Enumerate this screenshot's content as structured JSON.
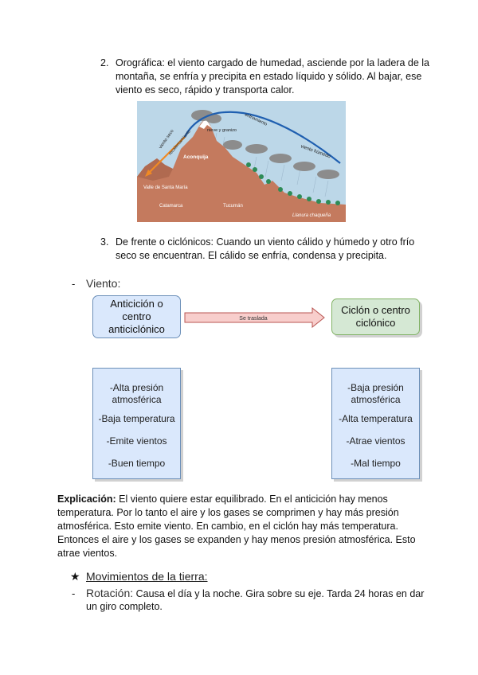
{
  "orografica": {
    "number": "2.",
    "lines": [
      "Orográfica: el viento cargado de humedad, asciende por la ladera de la",
      "montaña, se enfría y precipita en estado líquido y sólido. Al bajar, ese",
      "viento es seco, rápido y transporta calor."
    ]
  },
  "diagram": {
    "labels": {
      "viento_seco": "viento seco",
      "recalentamiento": "recalentamiento",
      "nieve_granizo": "nieve y granizo",
      "enfriamiento": "enfriamiento",
      "viento_humedo": "viento húmedo",
      "aconquija": "Aconquija",
      "valle": "Valle de Santa María",
      "catamarca": "Catamarca",
      "tucuman": "Tucumán",
      "llanura": "Llanura chaqueña"
    }
  },
  "frente": {
    "number": "3.",
    "lines": [
      "De frente o ciclónicos: Cuando un viento cálido y húmedo y otro frío",
      "seco se encuentran. El cálido se enfría, condensa y precipita."
    ]
  },
  "viento_heading": "Viento:",
  "flow": {
    "left_box": [
      "Anticición o",
      "centro",
      "anticiclónico"
    ],
    "arrow_label": "Se traslada",
    "right_box": [
      "Ciclón o centro",
      "ciclónico"
    ]
  },
  "left_list": [
    "-Alta presión atmosférica",
    "-Baja temperatura",
    "-Emite vientos",
    "-Buen tiempo"
  ],
  "right_list": [
    "-Baja presión atmosférica",
    "-Alta temperatura",
    "-Atrae vientos",
    "-Mal tiempo"
  ],
  "explicacion": {
    "label": "Explicación:",
    "lines": [
      " El viento quiere estar equilibrado. En el anticición hay menos",
      "temperatura. Por lo tanto el aire y los gases se comprimen y hay más presión",
      "atmosférica. Esto emite viento. En cambio, en el ciclón hay más temperatura.",
      "Entonces el aire y los gases se expanden y hay menos presión atmosférica. Esto",
      "atrae vientos."
    ]
  },
  "movimientos": {
    "star": "★",
    "title": "Movimientos de la tierra:"
  },
  "rotacion": {
    "label": "Rotación:",
    "line1": " Causa el día y la noche. Gira sobre su eje. Tarda 24 horas en dar",
    "line2": "un giro completo."
  }
}
